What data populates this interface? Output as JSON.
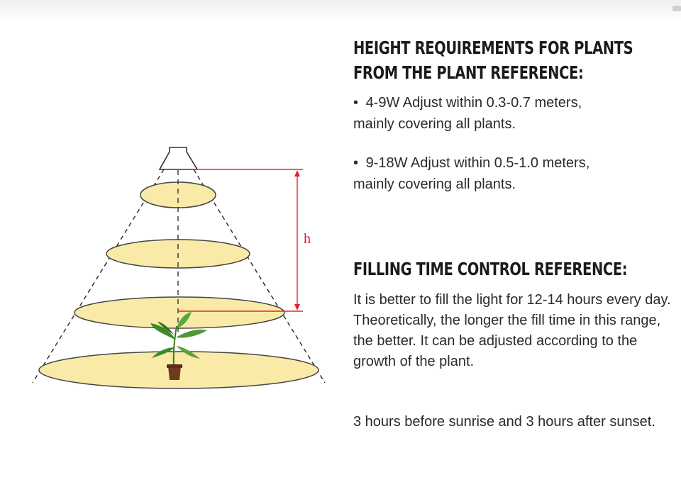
{
  "diagram": {
    "height_label": "h",
    "light_fill": "#faeaa8",
    "measure_line_color": "#e0262a",
    "dash_color": "#333333",
    "leaf_color": "#3f8a2a",
    "pot_color": "#6e3b1e"
  },
  "section1": {
    "heading_line1": "HEIGHT REQUIREMENTS FOR PLANTS",
    "heading_line2": "FROM THE PLANT REFERENCE:",
    "bullet_symbol": "•",
    "items": [
      {
        "line1": "4-9W Adjust within 0.3-0.7 meters,",
        "line2": "mainly covering all plants."
      },
      {
        "line1": "9-18W Adjust within 0.5-1.0 meters,",
        "line2": "mainly covering all plants."
      }
    ]
  },
  "section2": {
    "heading": "FILLING TIME CONTROL REFERENCE:",
    "paragraph1": "It is better to fill the light for 12-14 hours every day. Theoretically, the longer the fill time in this range, the better. It can be adjusted according to the growth of the plant.",
    "paragraph2": "3 hours before sunrise and 3 hours after sunset."
  }
}
